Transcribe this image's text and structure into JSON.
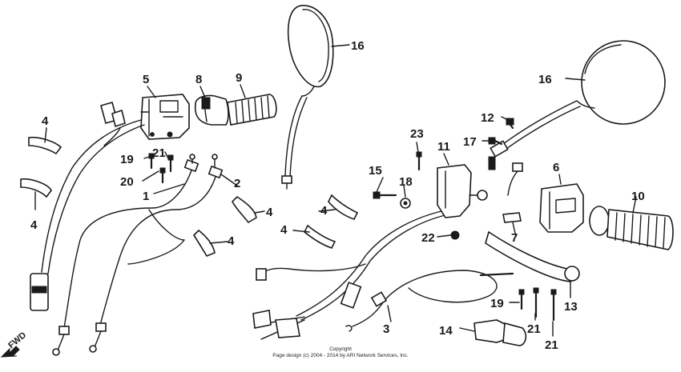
{
  "diagram": {
    "callouts": [
      {
        "id": "c1",
        "text": "1"
      },
      {
        "id": "c2",
        "text": "2"
      },
      {
        "id": "c3",
        "text": "3"
      },
      {
        "id": "c4a",
        "text": "4"
      },
      {
        "id": "c4b",
        "text": "4"
      },
      {
        "id": "c4c",
        "text": "4"
      },
      {
        "id": "c4d",
        "text": "4"
      },
      {
        "id": "c4e",
        "text": "4"
      },
      {
        "id": "c4f",
        "text": "4"
      },
      {
        "id": "c5",
        "text": "5"
      },
      {
        "id": "c6",
        "text": "6"
      },
      {
        "id": "c7",
        "text": "7"
      },
      {
        "id": "c8",
        "text": "8"
      },
      {
        "id": "c9",
        "text": "9"
      },
      {
        "id": "c10",
        "text": "10"
      },
      {
        "id": "c11",
        "text": "11"
      },
      {
        "id": "c12",
        "text": "12"
      },
      {
        "id": "c13",
        "text": "13"
      },
      {
        "id": "c14",
        "text": "14"
      },
      {
        "id": "c15",
        "text": "15"
      },
      {
        "id": "c16a",
        "text": "16"
      },
      {
        "id": "c16b",
        "text": "16"
      },
      {
        "id": "c17",
        "text": "17"
      },
      {
        "id": "c18",
        "text": "18"
      },
      {
        "id": "c19a",
        "text": "19"
      },
      {
        "id": "c19b",
        "text": "19"
      },
      {
        "id": "c20",
        "text": "20"
      },
      {
        "id": "c21a",
        "text": "21"
      },
      {
        "id": "c21b",
        "text": "21"
      },
      {
        "id": "c21c",
        "text": "21"
      },
      {
        "id": "c22",
        "text": "22"
      },
      {
        "id": "c23",
        "text": "23"
      }
    ],
    "fwd_label": "FWD",
    "copyright_line1": "Copyright",
    "copyright_line2": "Page design (c) 2004 - 2014 by ARI Network Services, Inc."
  }
}
